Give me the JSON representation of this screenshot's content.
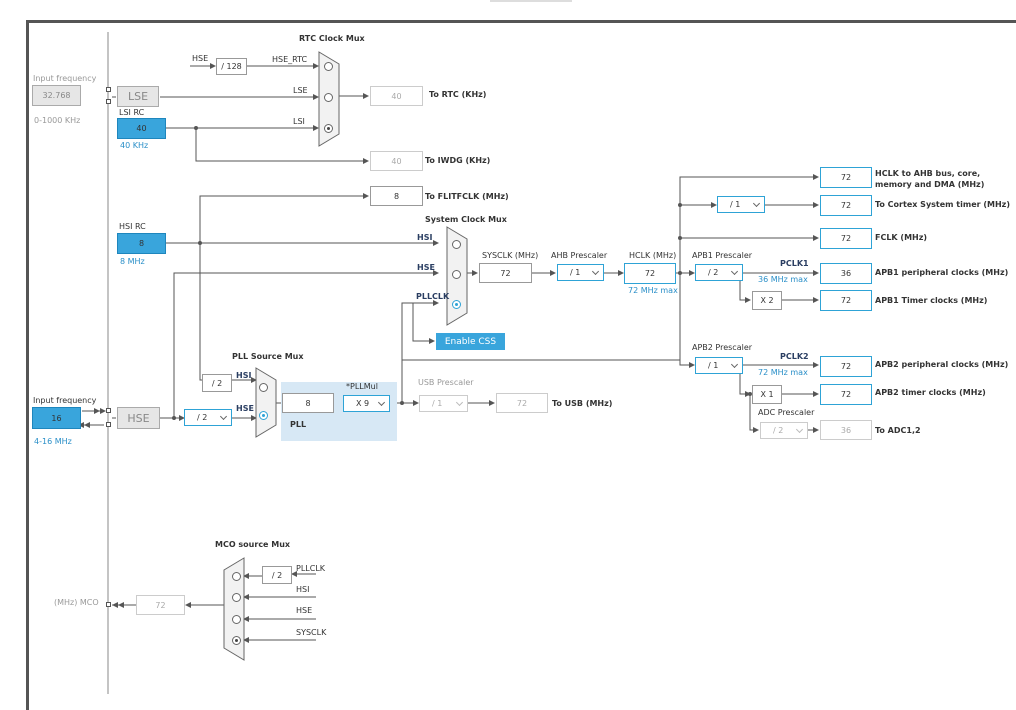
{
  "left": {
    "lse_input": {
      "label": "Input frequency",
      "value": "32.768",
      "range": "0-1000 KHz"
    },
    "lse": "LSE",
    "lsi": {
      "title": "LSI RC",
      "value": "40",
      "sub": "40 KHz"
    },
    "hsi": {
      "title": "HSI RC",
      "value": "8",
      "sub": "8 MHz"
    },
    "hse_input": {
      "label": "Input frequency",
      "value": "16",
      "range": "4-16 MHz"
    },
    "hse": "HSE"
  },
  "rtc": {
    "title": "RTC Clock Mux",
    "hse_in": "HSE",
    "div": "/ 128",
    "hse_rtc": "HSE_RTC",
    "lse": "LSE",
    "lsi": "LSI",
    "out_value": "40",
    "out_label": "To RTC (KHz)",
    "iwdg_value": "40",
    "iwdg_label": "To IWDG (KHz)"
  },
  "flit": {
    "value": "8",
    "label": "To FLITFCLK (MHz)"
  },
  "sysmux": {
    "title": "System Clock Mux",
    "hsi": "HSI",
    "hse": "HSE",
    "pllclk": "PLLCLK",
    "sysclk_label": "SYSCLK (MHz)",
    "sysclk_value": "72",
    "css_button": "Enable CSS"
  },
  "ahb": {
    "label": "AHB Prescaler",
    "value": "/ 1"
  },
  "hclk": {
    "label": "HCLK (MHz)",
    "value": "72",
    "max": "72 MHz max"
  },
  "outputs": {
    "ahb_value": "72",
    "ahb_label": "HCLK to AHB bus, core, memory and DMA (MHz)",
    "cortex_div": "/ 1",
    "cortex_value": "72",
    "cortex_label": "To Cortex System timer (MHz)",
    "fclk_value": "72",
    "fclk_label": "FCLK (MHz)"
  },
  "apb1": {
    "label": "APB1 Prescaler",
    "value": "/ 2",
    "pclk": "PCLK1",
    "max": "36 MHz max",
    "periph_value": "36",
    "periph_label": "APB1 peripheral clocks (MHz)",
    "timer_mul": "X 2",
    "timer_value": "72",
    "timer_label": "APB1 Timer clocks (MHz)"
  },
  "apb2": {
    "label": "APB2 Prescaler",
    "value": "/ 1",
    "pclk": "PCLK2",
    "max": "72 MHz max",
    "periph_value": "72",
    "periph_label": "APB2 peripheral clocks (MHz)",
    "timer_mul": "X 1",
    "timer_value": "72",
    "timer_label": "APB2 timer clocks (MHz)",
    "adc_label": "ADC Prescaler",
    "adc_value": "/ 2",
    "adc_out": "36",
    "adc_out_label": "To ADC1,2"
  },
  "pll": {
    "src_title": "PLL Source Mux",
    "hsi_div": "/ 2",
    "hsi": "HSI",
    "hse": "HSE",
    "hse_div": "/ 2",
    "mul_label": "*PLLMul",
    "in_value": "8",
    "mul": "X 9",
    "name": "PLL"
  },
  "usb": {
    "label": "USB Prescaler",
    "value": "/ 1",
    "out": "72",
    "out_label": "To USB (MHz)"
  },
  "mco": {
    "title": "MCO source Mux",
    "pllclk": "PLLCLK",
    "div": "/ 2",
    "hsi": "HSI",
    "hse": "HSE",
    "sysclk": "SYSCLK",
    "value": "72",
    "label": "(MHz) MCO"
  }
}
